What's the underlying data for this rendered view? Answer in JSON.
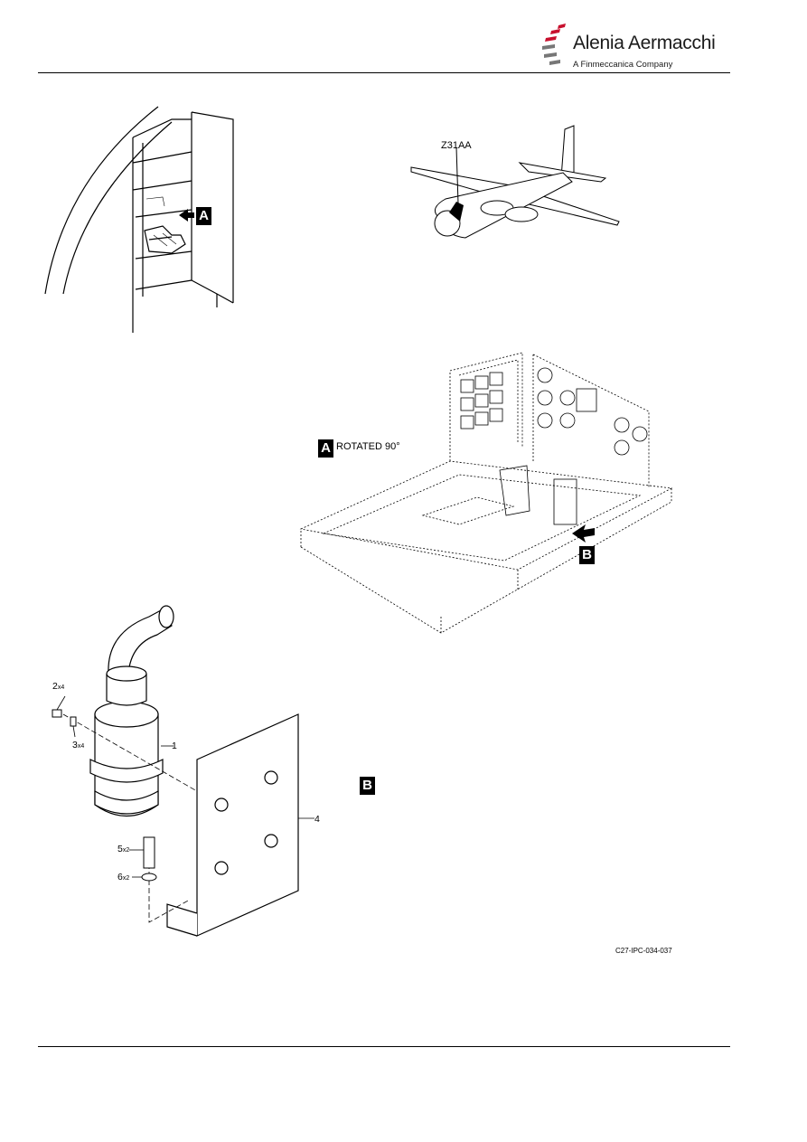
{
  "header": {
    "brand_name": "Alenia Aermacchi",
    "brand_subtitle": "A Finmeccanica Company"
  },
  "figure": {
    "zone_label": "Z31AA",
    "view_a_marker": "A",
    "view_a_caption": "ROTATED 90°",
    "view_b_marker": "B",
    "figure_id": "C27-IPC-034-037",
    "items": [
      {
        "num": "1",
        "qty": ""
      },
      {
        "num": "2",
        "qty": "x4"
      },
      {
        "num": "3",
        "qty": "x4"
      },
      {
        "num": "4",
        "qty": ""
      },
      {
        "num": "5",
        "qty": "x2"
      },
      {
        "num": "6",
        "qty": "x2"
      }
    ]
  }
}
